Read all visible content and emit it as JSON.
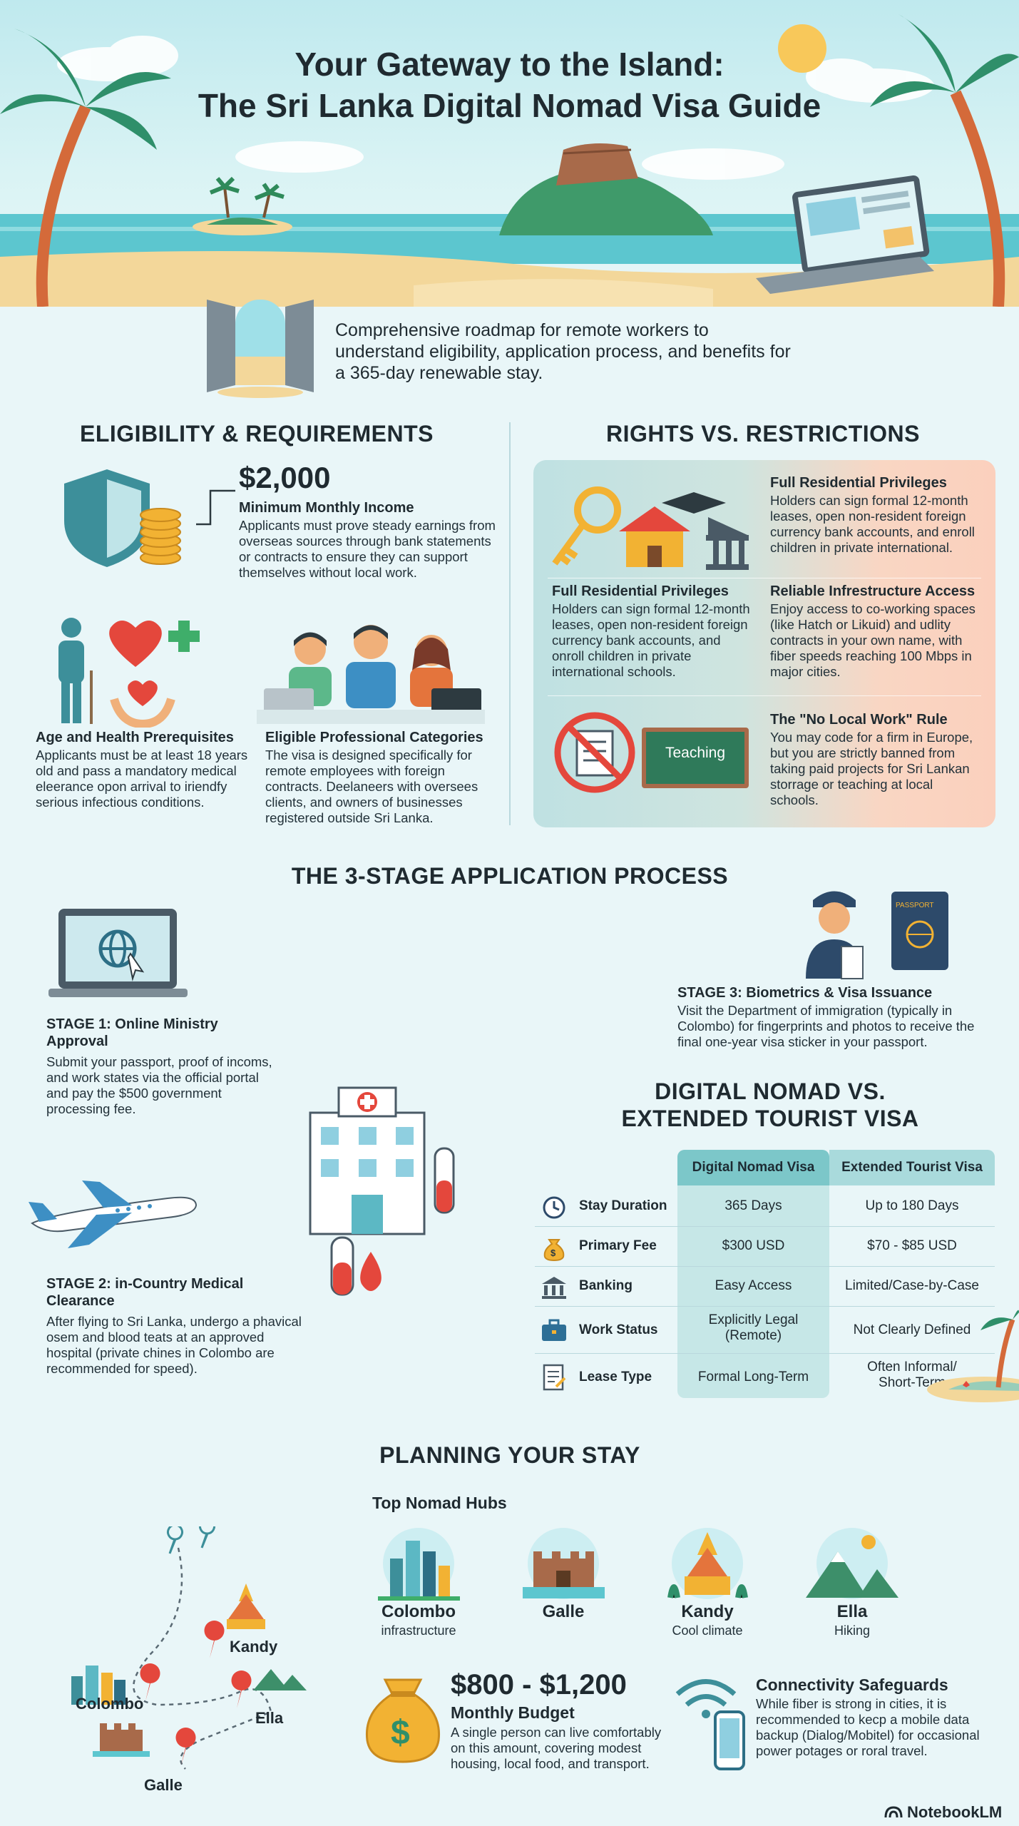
{
  "header": {
    "title_line1": "Your Gateway to the Island:",
    "title_line2": "The Sri Lanka Digital Nomad Visa Guide"
  },
  "intro": {
    "text": "Comprehensive roadmap for remote workers to understand eligibility, application process, and benefits for a 365-day renewable stay."
  },
  "eligibility": {
    "title": "ELIGIBILITY & REQUIREMENTS",
    "income_amount": "$2,000",
    "income_label": "Minimum Monthly Income",
    "income_text": "Applicants must prove steady earnings from overseas sources through bank statements or contracts to ensure they can support themselves without local work.",
    "age_title": "Age and Health Prerequisites",
    "age_text": "Applicants must be at least 18 years old and pass a mandatory medical eleerance opon arrival to iriendfy serious infectious conditions.",
    "prof_title": "Eligible Professional Categories",
    "prof_text": "The visa is designed specifically for remote employees with foreign contracts. Deelaneers with oversees clients, and owners of businesses registered outside Sri Lanka."
  },
  "rights": {
    "title": "RIGHTS VS. RESTRICTIONS",
    "b1_title": "Full Residential Privileges",
    "b1_text": "Holders can sign formal 12-month leases, open non-resident foreign currency bank accounts, and enroll children in private international.",
    "b2_title": "Full Residential Privileges",
    "b2_text": "Holders can sign formal 12-month leases, open non-resident foreign currency bank accounts, and onroll children in private international schools.",
    "b3_title": "Reliable Infrestructure Access",
    "b3_text": "Enjoy access to co-working spaces (like Hatch or Likuid) and udlity contracts in your own name, with fiber speeds reaching 100 Mbps in major cities.",
    "b4_title": "The \"No Local Work\" Rule",
    "b4_text": "You may code for a firm in Europe, but you are strictly banned from taking paid projects for Sri Lankan storrage or teaching at local schools.",
    "board_label": "Teaching"
  },
  "process": {
    "title": "THE 3-STAGE APPLICATION PROCESS",
    "s1_title": "STAGE 1: Online Ministry Approval",
    "s1_text": "Submit your passport, proof of incoms, and work states via the official portal and pay the $500 government processing fee.",
    "s2_title": "STAGE 2: in-Country Medical Clearance",
    "s2_text": "After flying to Sri Lanka, undergo a phavical osem and blood teats at an approved hospital (private chines in Colombo are recommended for speed).",
    "s3_title": "STAGE 3: Biometrics & Visa Issuance",
    "s3_text": "Visit the Department of immigration (typically in Colombo) for fingerprints and photos to receive the final one-year visa sticker in your passport.",
    "passport_label": "PASSPORT"
  },
  "comparison": {
    "title_line1": "DIGITAL NOMAD VS.",
    "title_line2": "EXTENDED TOURIST VISA",
    "col1": "Digital Nomad Visa",
    "col2": "Extended Tourist Visa",
    "rows": [
      {
        "label": "Stay Duration",
        "dn": "365 Days",
        "et": "Up to 180 Days"
      },
      {
        "label": "Primary Fee",
        "dn": "$300 USD",
        "et": "$70 - $85 USD"
      },
      {
        "label": "Banking",
        "dn": "Easy Access",
        "et": "Limited/Case-by-Case"
      },
      {
        "label": "Work Status",
        "dn": "Explicitly Legal (Remote)",
        "et": "Not Clearly Defined"
      },
      {
        "label": "Lease Type",
        "dn": "Formal Long-Term",
        "et": "Often Informal/ Short-Term"
      }
    ]
  },
  "planning": {
    "title": "PLANNING YOUR STAY",
    "hubs_title": "Top Nomad Hubs",
    "hubs": [
      {
        "name": "Colombo",
        "sub": "infrastructure"
      },
      {
        "name": "Galle",
        "sub": ""
      },
      {
        "name": "Kandy",
        "sub": "Cool climate"
      },
      {
        "name": "Ella",
        "sub": "Hiking"
      }
    ],
    "map_labels": {
      "kandy": "Kandy",
      "colombo": "Colombo",
      "ella": "Ella",
      "galle": "Galle"
    },
    "budget_amount": "$800 - $1,200",
    "budget_label": "Monthly Budget",
    "budget_text": "A single person can live comfortably on this amount, covering modest housing, local food, and transport.",
    "conn_title": "Connectivity Safeguards",
    "conn_text": "While fiber is strong in cities, it is recommended to kecp a mobile data backup (Dialog/Mobitel) for occasional power potages or roral travel."
  },
  "footer": {
    "brand": "NotebookLM"
  },
  "colors": {
    "teal": "#3d8f9a",
    "coral": "#e4473c",
    "sand": "#f3d79a",
    "sea": "#5cc6cf"
  }
}
